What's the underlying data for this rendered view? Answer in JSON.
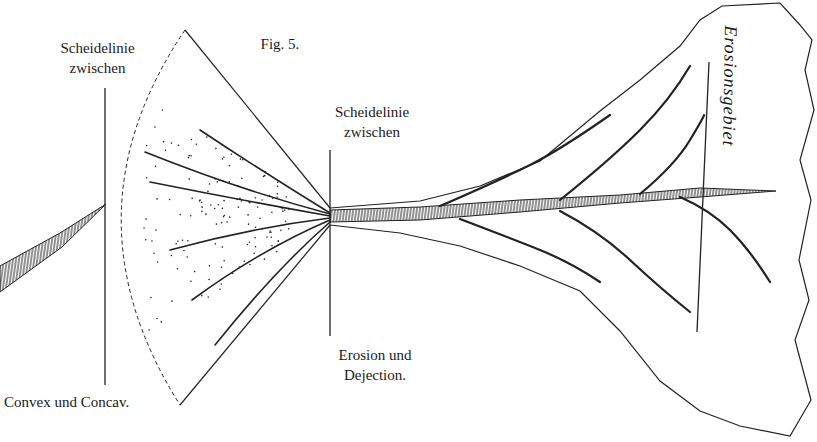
{
  "diagram": {
    "labels": [
      "Fig. 5.",
      "Scheidelinie zwischen",
      "Convex und Concav.",
      "Scheidelinie zwischen",
      "Erosion und Dejection.",
      "Erosionsgebiet"
    ]
  }
}
